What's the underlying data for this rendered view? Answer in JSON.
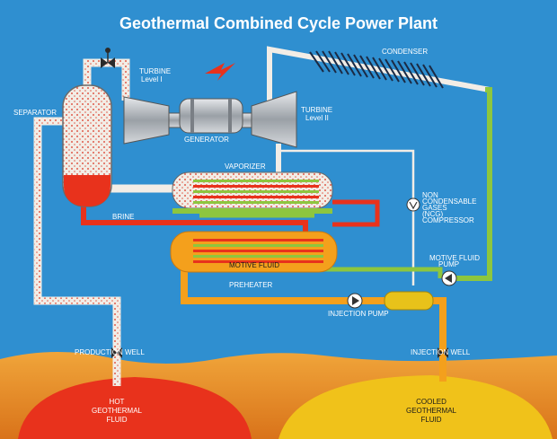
{
  "title": "Geothermal Combined Cycle Power Plant",
  "labels": {
    "separator": "SEPARATOR",
    "turbine_1_line1": "TURBINE",
    "turbine_1_line2": "Level I",
    "generator": "GENERATOR",
    "turbine_2_line1": "TURBINE",
    "turbine_2_line2": "Level II",
    "condenser": "CONDENSER",
    "vaporizer": "VAPORIZER",
    "brine": "BRINE",
    "motive_fluid": "MOTIVE FLUID",
    "preheater": "PREHEATER",
    "ncg_line1": "NON",
    "ncg_line2": "CONDENSABLE",
    "ncg_line3": "GASES",
    "ncg_line4": "(NCG)",
    "ncg_line5": "COMPRESSOR",
    "motive_pump_line1": "MOTIVE FLUID",
    "motive_pump_line2": "PUMP",
    "injection_pump": "INJECTION  PUMP",
    "production_well": "PRODUCTION WELL",
    "injection_well": "INJECTION WELL",
    "hot_fluid_line1": "HOT",
    "hot_fluid_line2": "GEOTHERMAL",
    "hot_fluid_line3": "FLUID",
    "cooled_fluid_line1": "COOLED",
    "cooled_fluid_line2": "GEOTHERMAL",
    "cooled_fluid_line3": "FLUID"
  },
  "colors": {
    "sky": "#2f8fd0",
    "steam_pipe": "#f2ede6",
    "brine": "#e8321c",
    "motive_fluid": "#8dc63f",
    "preheated": "#f4a01c",
    "hot_reservoir": "#e8321c",
    "cooled_reservoir": "#f0c21a",
    "ground": "#e98a1c",
    "turbine_metal": "#b8bcc2"
  }
}
